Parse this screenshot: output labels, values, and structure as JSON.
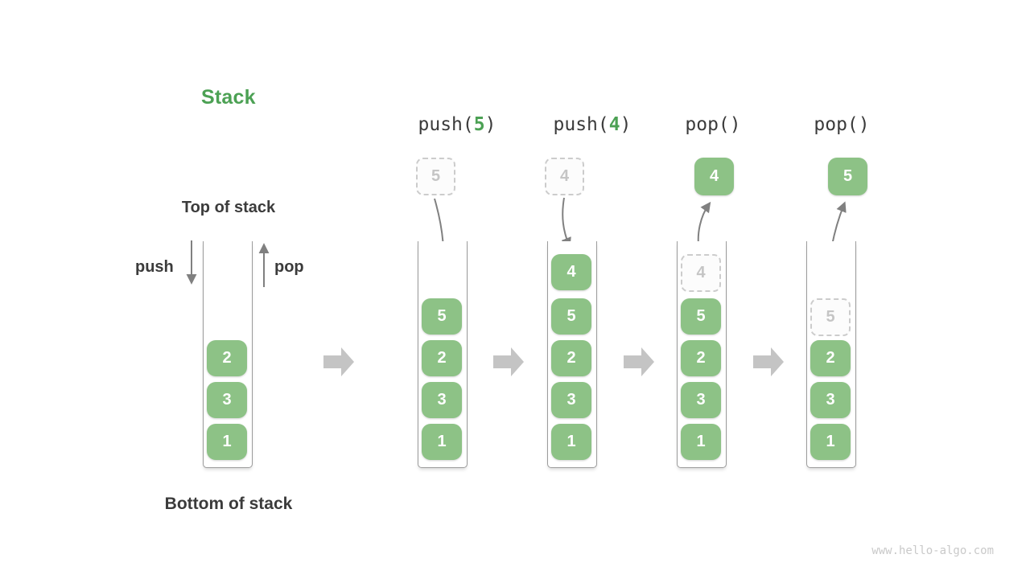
{
  "title": "Stack",
  "annotations": {
    "top_of_stack": "Top of stack",
    "bottom_of_stack": "Bottom of stack",
    "push_label": "push",
    "pop_label": "pop"
  },
  "operations": [
    {
      "name": "push(5)",
      "prefix": "push(",
      "arg": "5",
      "suffix": ")",
      "floating_value": "5",
      "floating_style": "dashed"
    },
    {
      "name": "push(4)",
      "prefix": "push(",
      "arg": "4",
      "suffix": ")",
      "floating_value": "4",
      "floating_style": "dashed"
    },
    {
      "name": "pop()",
      "prefix": "pop(",
      "arg": "",
      "suffix": ")",
      "floating_value": "4",
      "floating_style": "solid"
    },
    {
      "name": "pop()",
      "prefix": "pop(",
      "arg": "",
      "suffix": ")",
      "floating_value": "5",
      "floating_style": "solid"
    }
  ],
  "stacks": [
    {
      "blocks": [
        "2",
        "3",
        "1"
      ]
    },
    {
      "blocks": [
        "5",
        "2",
        "3",
        "1"
      ]
    },
    {
      "blocks": [
        "4",
        "5",
        "2",
        "3",
        "1"
      ]
    },
    {
      "ghost": "4",
      "blocks": [
        "5",
        "2",
        "3",
        "1"
      ]
    },
    {
      "ghost": "5",
      "blocks": [
        "2",
        "3",
        "1"
      ]
    }
  ],
  "icons": {
    "push_arrow": "arrow-down",
    "pop_arrow": "arrow-up",
    "insert_arrow": "curved-arrow-down",
    "remove_arrow": "curved-arrow-up",
    "step_arrow": "block-arrow-right"
  },
  "colors": {
    "accent_green": "#4CA154",
    "block_green": "#8DC286",
    "block_text": "#FFFFFF",
    "text_dark": "#3B3B3B",
    "ghost_border": "#CCCCCC",
    "ghost_fill": "#FCFCFC",
    "ghost_text": "#C5C5C5",
    "thin_arrow": "#808080",
    "block_arrow": "#C4C4C4",
    "container_border": "#9C9C9C",
    "watermark": "#C9C9C9",
    "background": "#FFFFFF"
  },
  "watermark": "www.hello-algo.com"
}
